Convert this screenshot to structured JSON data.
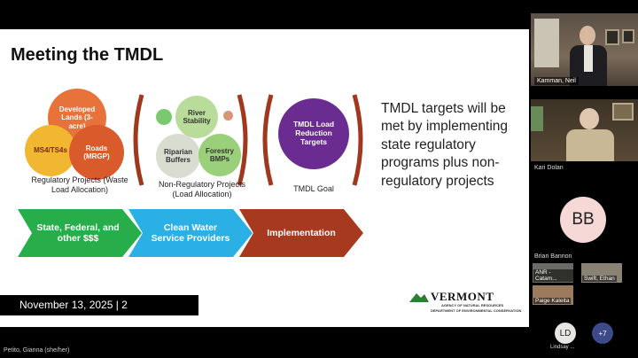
{
  "slide": {
    "title": "Meeting the TMDL",
    "regulatory": {
      "bubbles": [
        "Developed Lands (3-acre)",
        "MS4/TS4s",
        "Roads (MRGP)"
      ],
      "caption": "Regulatory Projects (Waste Load Allocation)"
    },
    "non_regulatory": {
      "bubbles": [
        "River Stability",
        "Riparian Buffers",
        "Forestry BMPs"
      ],
      "caption": "Non-Regulatory Projects (Load Allocation)"
    },
    "goal": {
      "bubble": "TMDL Load Reduction Targets",
      "caption": "TMDL Goal"
    },
    "arrows": [
      "State, Federal, and other $$$",
      "Clean Water Service Providers",
      "Implementation"
    ],
    "body_text": "TMDL targets will be met by implementing state regulatory programs plus non-regulatory projects",
    "footer": "November 13, 2025 |  2",
    "logo": {
      "name": "VERMONT",
      "line1": "AGENCY OF NATURAL RESOURCES",
      "line2": "DEPARTMENT OF ENVIRONMENTAL CONSERVATION"
    }
  },
  "participants": {
    "tile1": "Kamman, Neil",
    "tile2": "Kari Dolan",
    "tile3": {
      "initials": "BB",
      "name": "Brian Bannon"
    },
    "mini": [
      "ANR - Catam...",
      "Swift, Ethan",
      "Paige Kaleita"
    ],
    "lindsay": {
      "initials": "LD",
      "name": "Lindsay ..."
    },
    "more": "+7"
  },
  "presenter": "Petito, Gianna (she/her)",
  "colors": {
    "orange": "#e8733a",
    "red_orange": "#d95a2a",
    "yellow": "#f2b731",
    "green": "#7bc96f",
    "light_green": "#b9dc9a",
    "purple": "#6a2c91",
    "bracket": "#a0381d",
    "arrow_green": "#27ae4a",
    "arrow_blue": "#2ab0e4",
    "arrow_red": "#a73a1e"
  }
}
